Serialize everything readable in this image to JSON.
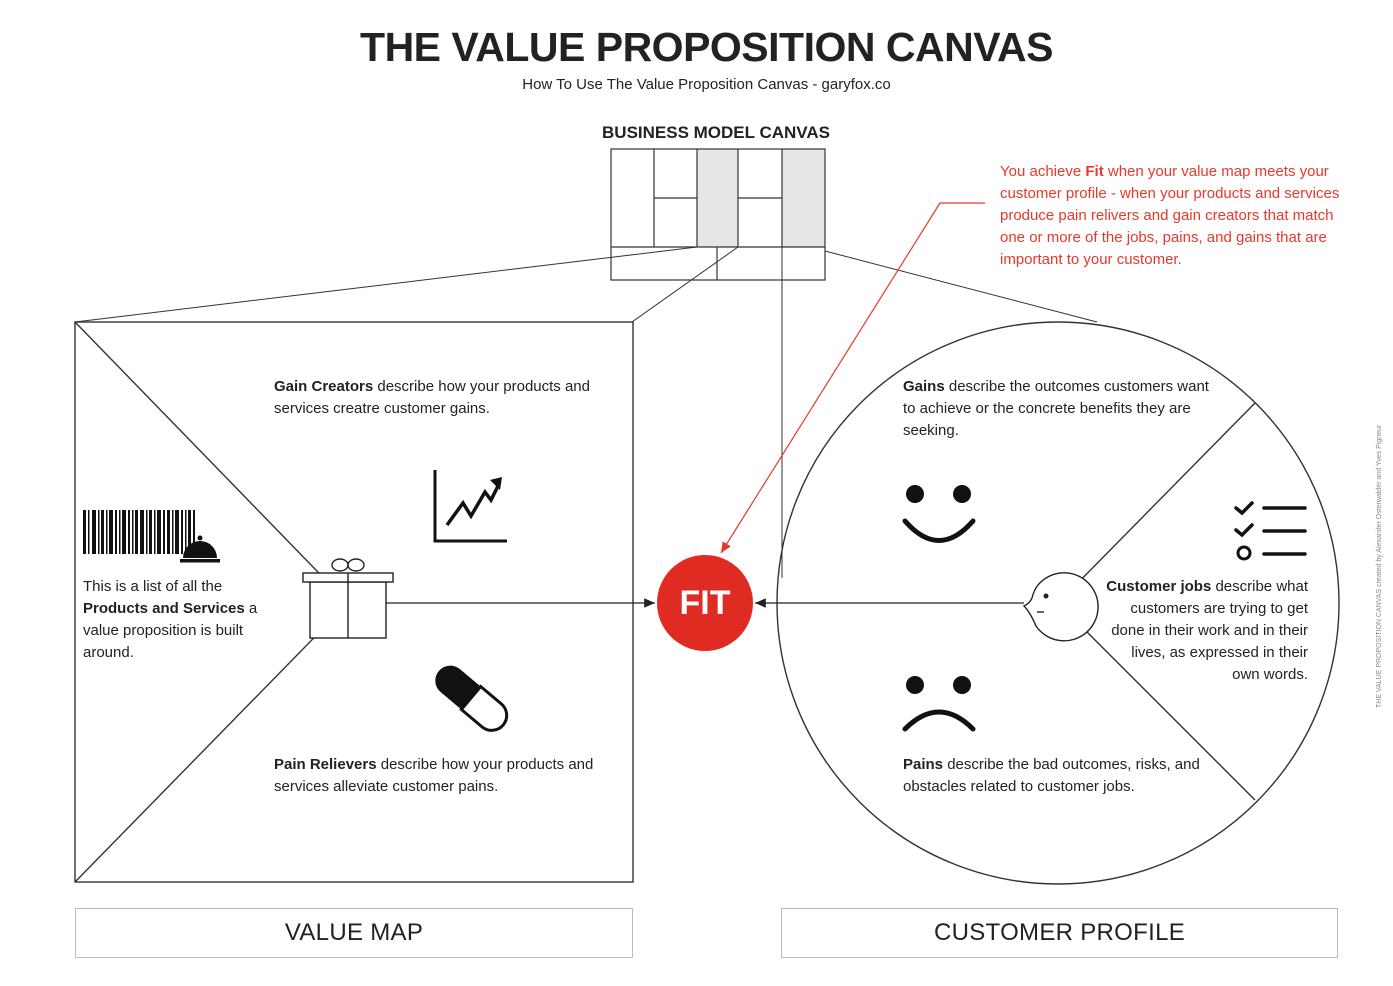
{
  "header": {
    "title": "THE VALUE PROPOSITION CANVAS",
    "subtitle": "How To Use The Value Proposition Canvas - garyfox.co",
    "bmc_label": "BUSINESS MODEL CANVAS"
  },
  "fit_note": {
    "prefix": "You achieve ",
    "bold": "Fit",
    "rest": " when your value map meets your customer profile - when your products and services produce pain relivers and gain creators that match one or more of the jobs, pains, and gains that are important to your customer."
  },
  "value_map": {
    "gain_creators_bold": "Gain Creators",
    "gain_creators_text": " describe how your products and services creatre customer gains.",
    "pain_relievers_bold": "Pain Relievers",
    "pain_relievers_text": " describe how your products and services alleviate customer pains.",
    "products_pre": "This is a list of all the ",
    "products_bold": "Products and Services",
    "products_post": " a value proposition is built around."
  },
  "customer_profile": {
    "gains_bold": "Gains",
    "gains_text": " describe the outcomes customers want to achieve or the concrete benefits they are seeking.",
    "pains_bold": "Pains",
    "pains_text": " describe the bad outcomes, risks, and obstacles related to customer jobs.",
    "jobs_bold": "Customer jobs",
    "jobs_text": " describe what customers are trying to get done in their work and in their lives, as expressed in their own words."
  },
  "fit_label": "FIT",
  "footer": {
    "value_map": "VALUE MAP",
    "customer_profile": "CUSTOMER PROFILE"
  },
  "credit": "THE VALUE PROPOSITION CANVAS created by Alexander Osterwalder and Yves Pigneur",
  "colors": {
    "accent": "#e02b23",
    "note": "#e8382c",
    "line": "#222222"
  }
}
